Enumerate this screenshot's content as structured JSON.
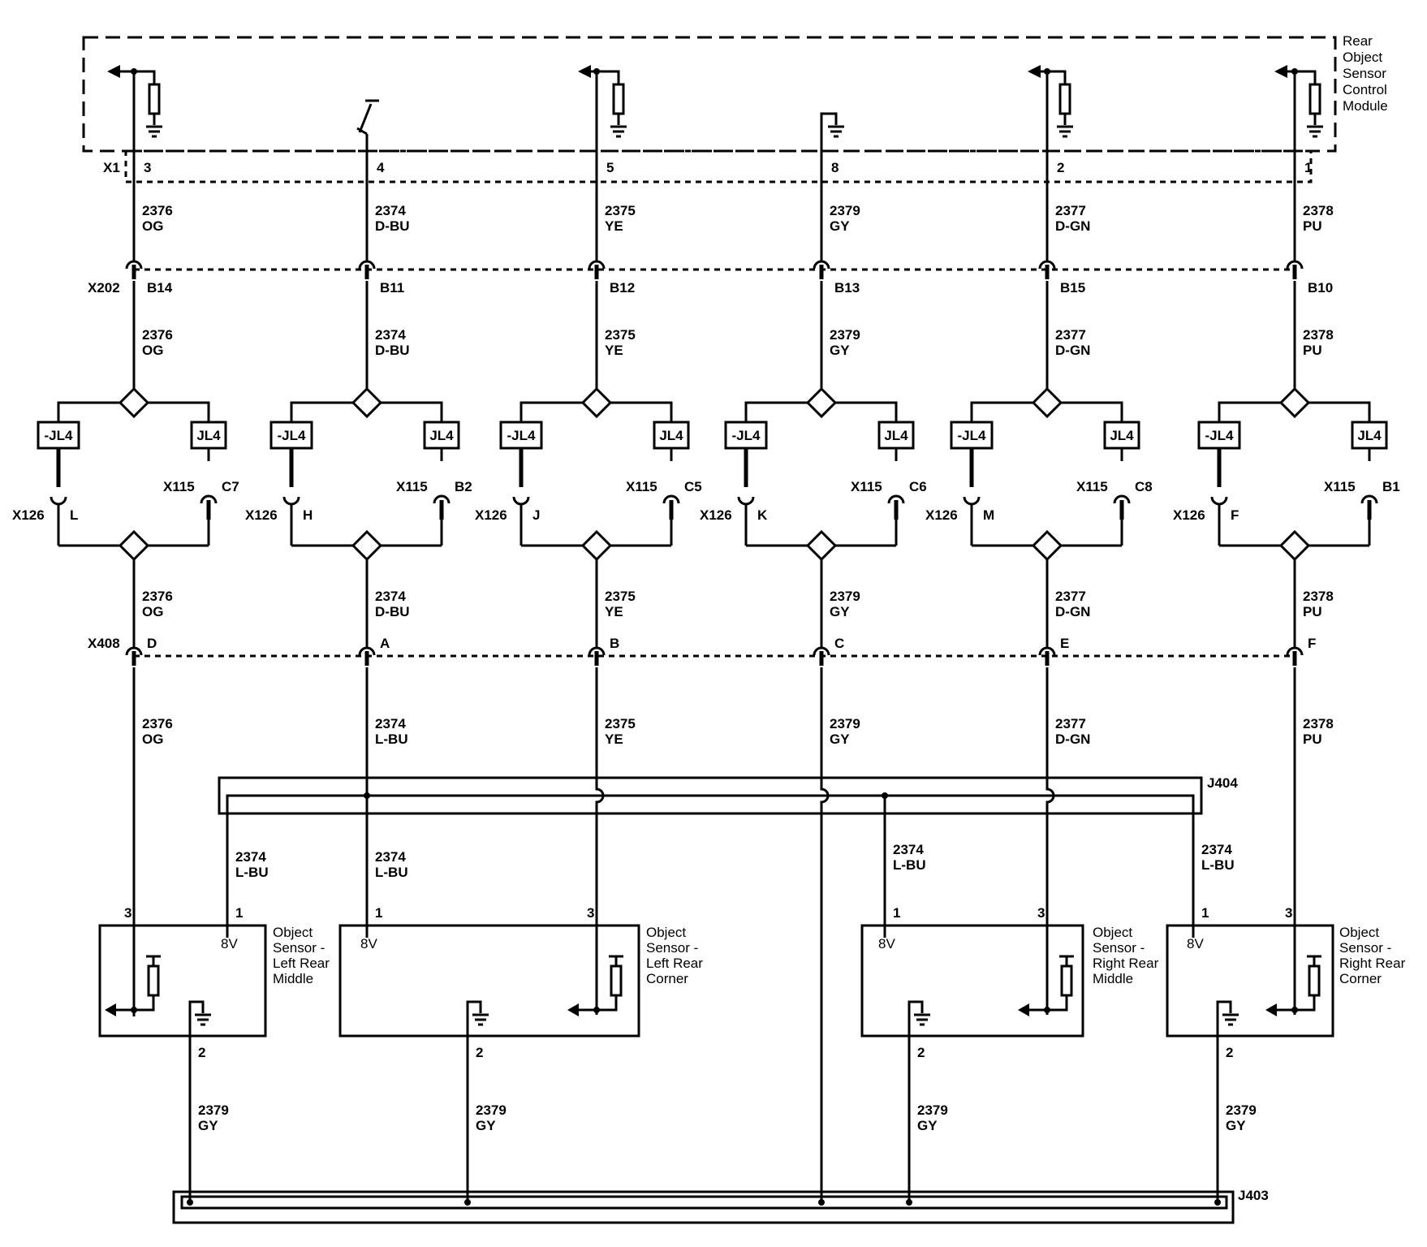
{
  "module": {
    "title_lines": [
      "Rear",
      "Object",
      "Sensor",
      "Control",
      "Module"
    ],
    "connector": "X1"
  },
  "inline_connectors": {
    "x202": "X202",
    "x408": "X408",
    "x126": "X126",
    "x115": "X115"
  },
  "options": {
    "without": "-JL4",
    "with": "JL4"
  },
  "splices": {
    "top": "J404",
    "bottom": "J403"
  },
  "voltage": "8V",
  "circuits": [
    {
      "id": "c1",
      "pin": "3",
      "x202_pin": "B14",
      "x126_pin": "L",
      "x115_pin": "C7",
      "x408_pin": "D",
      "circuit": "2376",
      "color_upper": "OG",
      "color_lower": "OG"
    },
    {
      "id": "c2",
      "pin": "4",
      "x202_pin": "B11",
      "x126_pin": "H",
      "x115_pin": "B2",
      "x408_pin": "A",
      "circuit": "2374",
      "color_upper": "D-BU",
      "color_lower": "L-BU"
    },
    {
      "id": "c3",
      "pin": "5",
      "x202_pin": "B12",
      "x126_pin": "J",
      "x115_pin": "C5",
      "x408_pin": "B",
      "circuit": "2375",
      "color_upper": "YE",
      "color_lower": "YE"
    },
    {
      "id": "c4",
      "pin": "8",
      "x202_pin": "B13",
      "x126_pin": "K",
      "x115_pin": "C6",
      "x408_pin": "C",
      "circuit": "2379",
      "color_upper": "GY",
      "color_lower": "GY"
    },
    {
      "id": "c5",
      "pin": "2",
      "x202_pin": "B15",
      "x126_pin": "M",
      "x115_pin": "C8",
      "x408_pin": "E",
      "circuit": "2377",
      "color_upper": "D-GN",
      "color_lower": "D-GN"
    },
    {
      "id": "c6",
      "pin": "1",
      "x202_pin": "B10",
      "x126_pin": "F",
      "x115_pin": "B1",
      "x408_pin": "F",
      "circuit": "2378",
      "color_upper": "PU",
      "color_lower": "PU"
    }
  ],
  "sensors": [
    {
      "id": "s1",
      "name_lines": [
        "Object",
        "Sensor -",
        "Left Rear",
        "Middle"
      ],
      "pin_signal": "3",
      "pin_power": "1",
      "pin_ground": "2",
      "power_circuit": "2374",
      "power_color": "L-BU",
      "ground_circuit": "2379",
      "ground_color": "GY"
    },
    {
      "id": "s2",
      "name_lines": [
        "Object",
        "Sensor -",
        "Left Rear",
        "Corner"
      ],
      "pin_signal": "3",
      "pin_power": "1",
      "pin_ground": "2",
      "power_circuit": "2374",
      "power_color": "L-BU",
      "ground_circuit": "2379",
      "ground_color": "GY"
    },
    {
      "id": "s3",
      "name_lines": [
        "Object",
        "Sensor -",
        "Right Rear",
        "Middle"
      ],
      "pin_signal": "3",
      "pin_power": "1",
      "pin_ground": "2",
      "power_circuit": "2374",
      "power_color": "L-BU",
      "ground_circuit": "2379",
      "ground_color": "GY"
    },
    {
      "id": "s4",
      "name_lines": [
        "Object",
        "Sensor -",
        "Right Rear",
        "Corner"
      ],
      "pin_signal": "3",
      "pin_power": "1",
      "pin_ground": "2",
      "power_circuit": "2374",
      "power_color": "L-BU",
      "ground_circuit": "2379",
      "ground_color": "GY"
    }
  ]
}
